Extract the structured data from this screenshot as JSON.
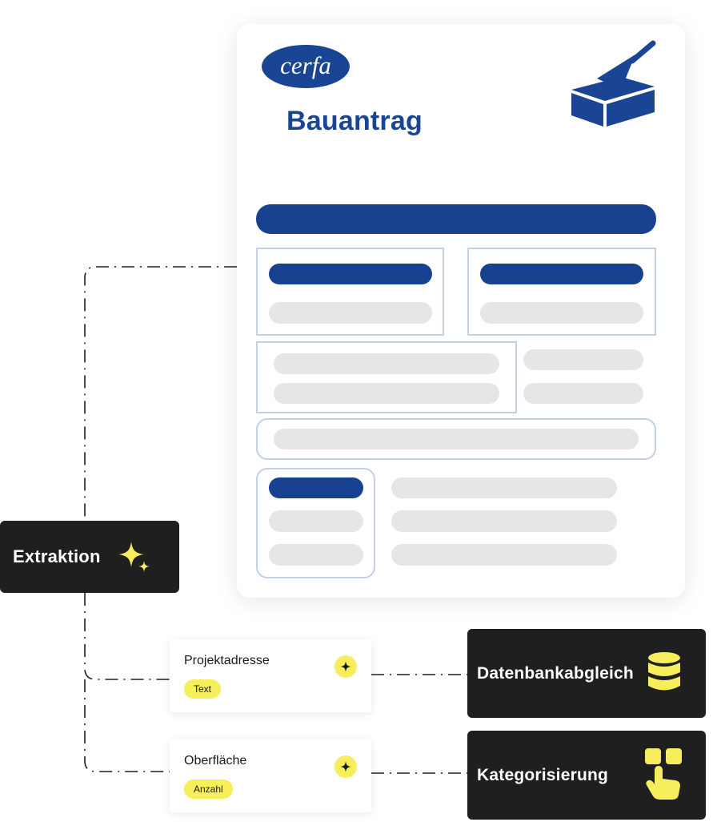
{
  "document": {
    "logo_text": "cerfa",
    "title": "Bauantrag"
  },
  "extraction": {
    "label": "Extraktion",
    "icon": "sparkle-icon"
  },
  "fields": [
    {
      "name": "Projektadresse",
      "type_badge": "Text",
      "icon": "sparkle-icon"
    },
    {
      "name": "Oberfläche",
      "type_badge": "Anzahl",
      "icon": "sparkle-icon"
    }
  ],
  "actions": [
    {
      "label": "Datenbankabgleich",
      "icon": "database-icon"
    },
    {
      "label": "Kategorisierung",
      "icon": "touch-tap-icon"
    }
  ],
  "colors": {
    "brand_blue": "#18428f",
    "highlight_yellow": "#f6ee5a",
    "dark_label": "#1f1f1f"
  }
}
